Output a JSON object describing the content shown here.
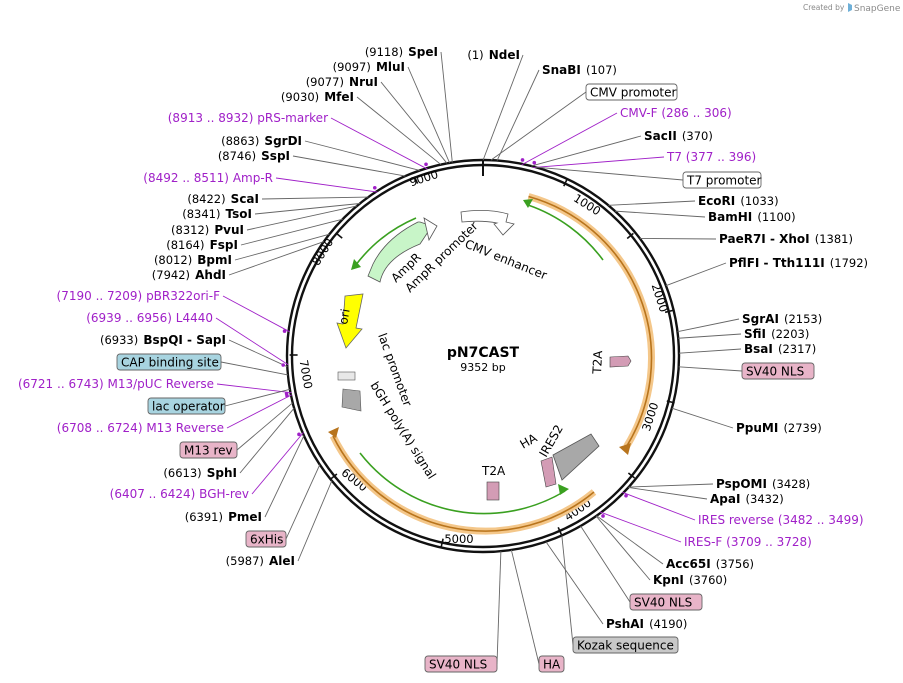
{
  "credit": {
    "prefix": "Created by",
    "brand": "SnapGene"
  },
  "plasmid": {
    "name": "pN7CAST",
    "length": "9352 bp",
    "total_bp": 9352
  },
  "ticks": [
    "1000",
    "2000",
    "3000",
    "4000",
    "5000",
    "6000",
    "7000",
    "8000",
    "9000"
  ],
  "enzymes": [
    {
      "name": "NdeI",
      "pos": "(1)",
      "bp": 1
    },
    {
      "name": "SnaBI",
      "pos": "(107)",
      "bp": 107
    },
    {
      "name": "SacII",
      "pos": "(370)",
      "bp": 370
    },
    {
      "name": "EcoRI",
      "pos": "(1033)",
      "bp": 1033
    },
    {
      "name": "BamHI",
      "pos": "(1100)",
      "bp": 1100
    },
    {
      "name": "PaeR7I - XhoI",
      "pos": "(1381)",
      "bp": 1381
    },
    {
      "name": "PflFI - Tth111I",
      "pos": "(1792)",
      "bp": 1792
    },
    {
      "name": "SgrAI",
      "pos": "(2153)",
      "bp": 2153
    },
    {
      "name": "SfiI",
      "pos": "(2203)",
      "bp": 2203
    },
    {
      "name": "BsaI",
      "pos": "(2317)",
      "bp": 2317
    },
    {
      "name": "PpuMI",
      "pos": "(2739)",
      "bp": 2739
    },
    {
      "name": "PspOMI",
      "pos": "(3428)",
      "bp": 3428
    },
    {
      "name": "ApaI",
      "pos": "(3432)",
      "bp": 3432
    },
    {
      "name": "Acc65I",
      "pos": "(3756)",
      "bp": 3756
    },
    {
      "name": "KpnI",
      "pos": "(3760)",
      "bp": 3760
    },
    {
      "name": "PshAI",
      "pos": "(4190)",
      "bp": 4190
    },
    {
      "name": "AleI",
      "pos": "(5987)",
      "bp": 5987
    },
    {
      "name": "PmeI",
      "pos": "(6391)",
      "bp": 6391
    },
    {
      "name": "SphI",
      "pos": "(6613)",
      "bp": 6613
    },
    {
      "name": "BspQI - SapI",
      "pos": "(6933)",
      "bp": 6933
    },
    {
      "name": "AhdI",
      "pos": "(7942)",
      "bp": 7942
    },
    {
      "name": "BpmI",
      "pos": "(8012)",
      "bp": 8012
    },
    {
      "name": "FspI",
      "pos": "(8164)",
      "bp": 8164
    },
    {
      "name": "PvuI",
      "pos": "(8312)",
      "bp": 8312
    },
    {
      "name": "TsoI",
      "pos": "(8341)",
      "bp": 8341
    },
    {
      "name": "ScaI",
      "pos": "(8422)",
      "bp": 8422
    },
    {
      "name": "SspI",
      "pos": "(8746)",
      "bp": 8746
    },
    {
      "name": "SgrDI",
      "pos": "(8863)",
      "bp": 8863
    },
    {
      "name": "MfeI",
      "pos": "(9030)",
      "bp": 9030
    },
    {
      "name": "NruI",
      "pos": "(9077)",
      "bp": 9077
    },
    {
      "name": "MluI",
      "pos": "(9097)",
      "bp": 9097
    },
    {
      "name": "SpeI",
      "pos": "(9118)",
      "bp": 9118
    }
  ],
  "primers": [
    {
      "name": "CMV-F",
      "range": "(286 .. 306)",
      "bp": 296
    },
    {
      "name": "T7",
      "range": "(377 .. 396)",
      "bp": 386
    },
    {
      "name": "IRES reverse",
      "range": "(3482 .. 3499)",
      "bp": 3490
    },
    {
      "name": "IRES-F",
      "range": "(3709 .. 3728)",
      "bp": 3718
    },
    {
      "name": "BGH-rev",
      "range": "(6407 .. 6424)",
      "bp": 6415
    },
    {
      "name": "M13 Reverse",
      "range": "(6708 .. 6724)",
      "bp": 6716
    },
    {
      "name": "M13/pUC Reverse",
      "range": "(6721 .. 6743)",
      "bp": 6732
    },
    {
      "name": "L4440",
      "range": "(6939 .. 6956)",
      "bp": 6947
    },
    {
      "name": "pBR322ori-F",
      "range": "(7190 .. 7209)",
      "bp": 7200
    },
    {
      "name": "Amp-R",
      "range": "(8492 .. 8511)",
      "bp": 8501
    },
    {
      "name": "pRS-marker",
      "range": "(8913 .. 8932)",
      "bp": 8922
    }
  ],
  "boxed": [
    {
      "name": "CMV promoter",
      "color": "#ffffff"
    },
    {
      "name": "T7 promoter",
      "color": "#ffffff"
    },
    {
      "name": "SV40 NLS",
      "color": "#e8b4c8"
    },
    {
      "name": "SV40 NLS",
      "color": "#e8b4c8"
    },
    {
      "name": "Kozak sequence",
      "color": "#c8c8c8"
    },
    {
      "name": "HA",
      "color": "#e8b4c8"
    },
    {
      "name": "SV40 NLS",
      "color": "#e8b4c8"
    },
    {
      "name": "6xHis",
      "color": "#e8b4c8"
    },
    {
      "name": "M13 rev",
      "color": "#e8b4c8"
    },
    {
      "name": "lac operator",
      "color": "#a8d4e0"
    },
    {
      "name": "CAP binding site",
      "color": "#a8d4e0"
    }
  ],
  "features": [
    {
      "name": "CMV enhancer"
    },
    {
      "name": "AmpR"
    },
    {
      "name": "AmpR promoter"
    },
    {
      "name": "ori"
    },
    {
      "name": "lac promoter"
    },
    {
      "name": "bGH poly(A) signal"
    },
    {
      "name": "T2A"
    },
    {
      "name": "T2A"
    },
    {
      "name": "HA"
    },
    {
      "name": "IRES2"
    }
  ],
  "colors": {
    "primer": "#a020c8",
    "ori": "#ffff00",
    "ampr": "#c8f5c8",
    "orf_arrow": "#f0a030",
    "orf_green": "#3aa020",
    "ires": "#a8a8a8",
    "cmv": "#ffffff"
  }
}
